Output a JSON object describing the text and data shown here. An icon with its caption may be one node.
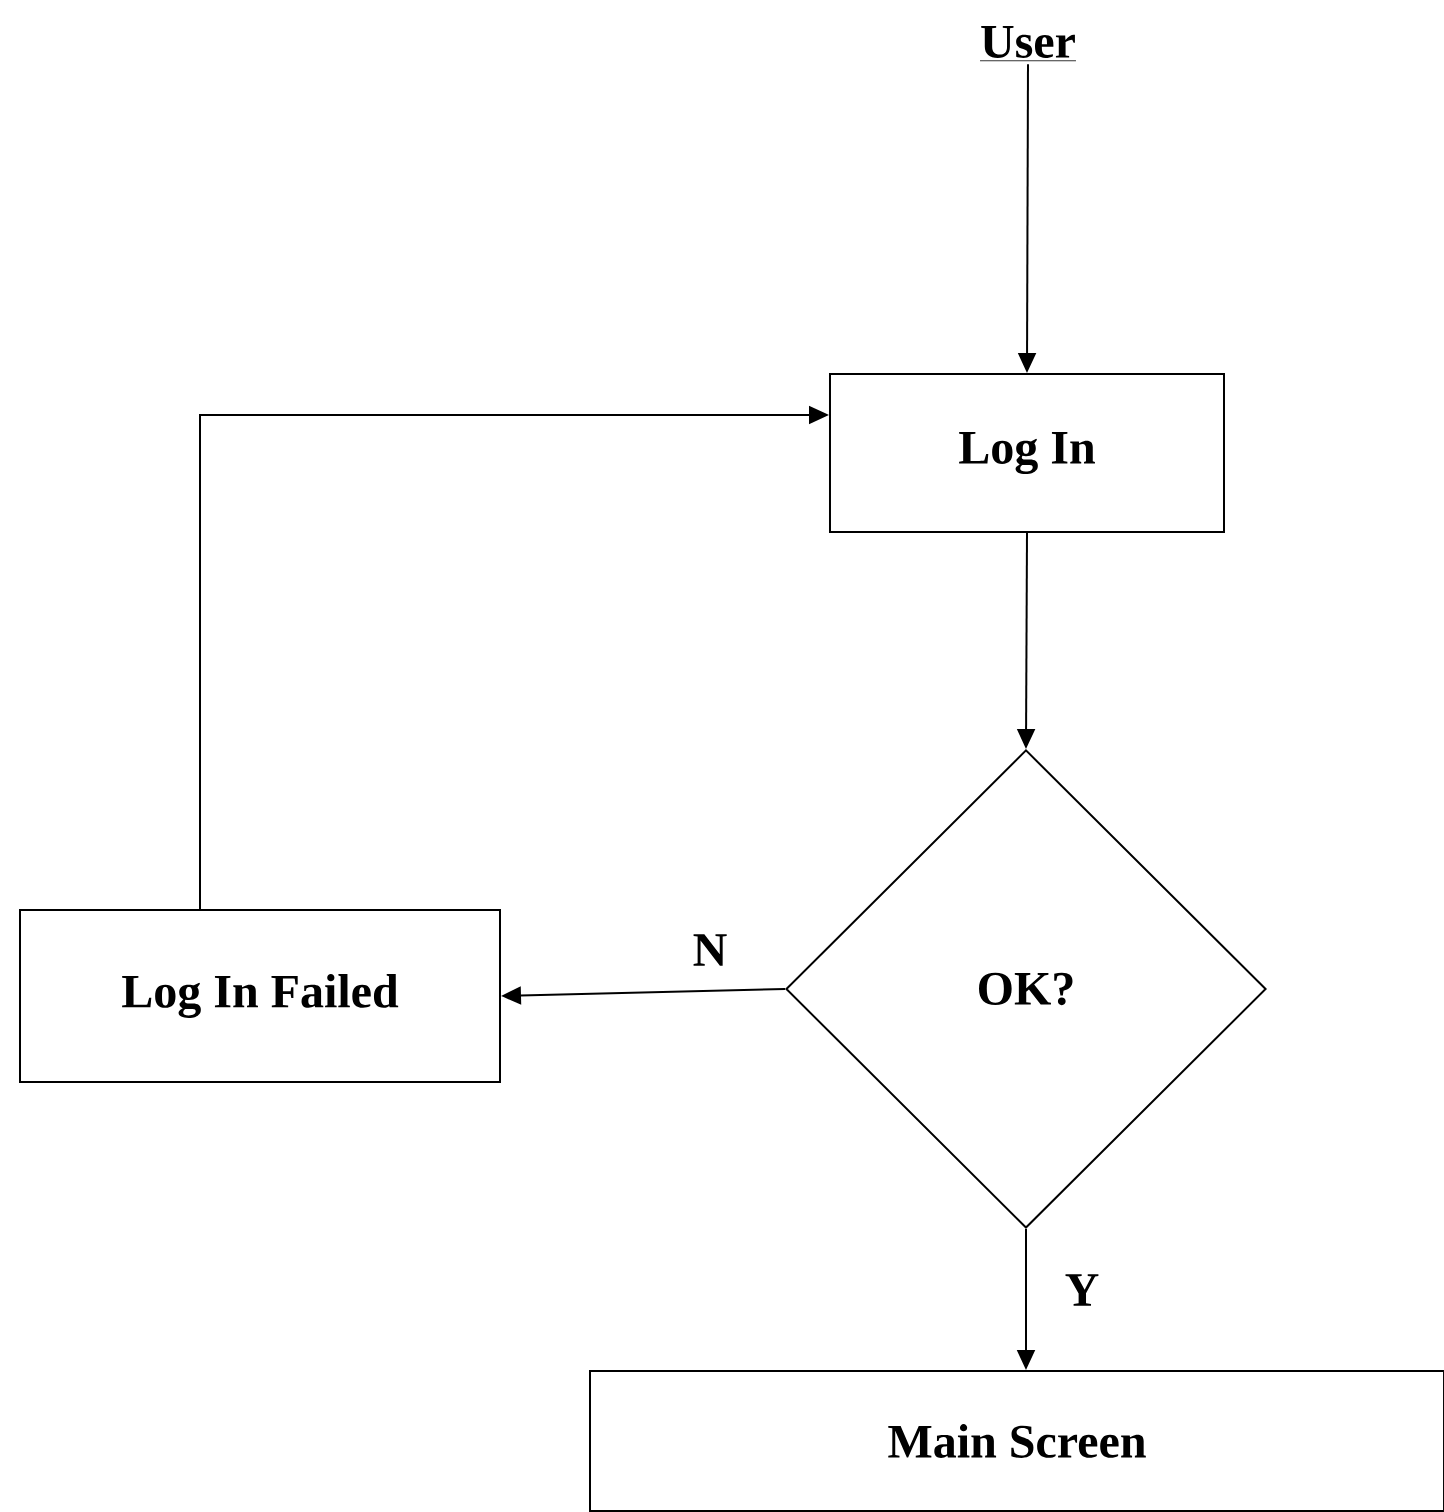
{
  "diagram": {
    "nodes": [
      {
        "text": [
          "User"
        ]
      },
      {
        "text": [
          "Log In"
        ]
      },
      {
        "text": [
          "OK?"
        ]
      },
      {
        "text": [
          "Log In Failed"
        ]
      },
      {
        "text": [
          "Main Screen"
        ]
      }
    ],
    "edges": [
      {
        "from": 0,
        "to": 1,
        "arrow": "to"
      },
      {
        "from": 1,
        "to": 2,
        "arrow": "to"
      },
      {
        "from": 2,
        "to": 3,
        "arrow": "to",
        "label": "N"
      },
      {
        "from": 3,
        "to": 1,
        "arrow": "to"
      },
      {
        "from": 2,
        "to": 4,
        "arrow": "to",
        "label": "Y"
      }
    ]
  }
}
